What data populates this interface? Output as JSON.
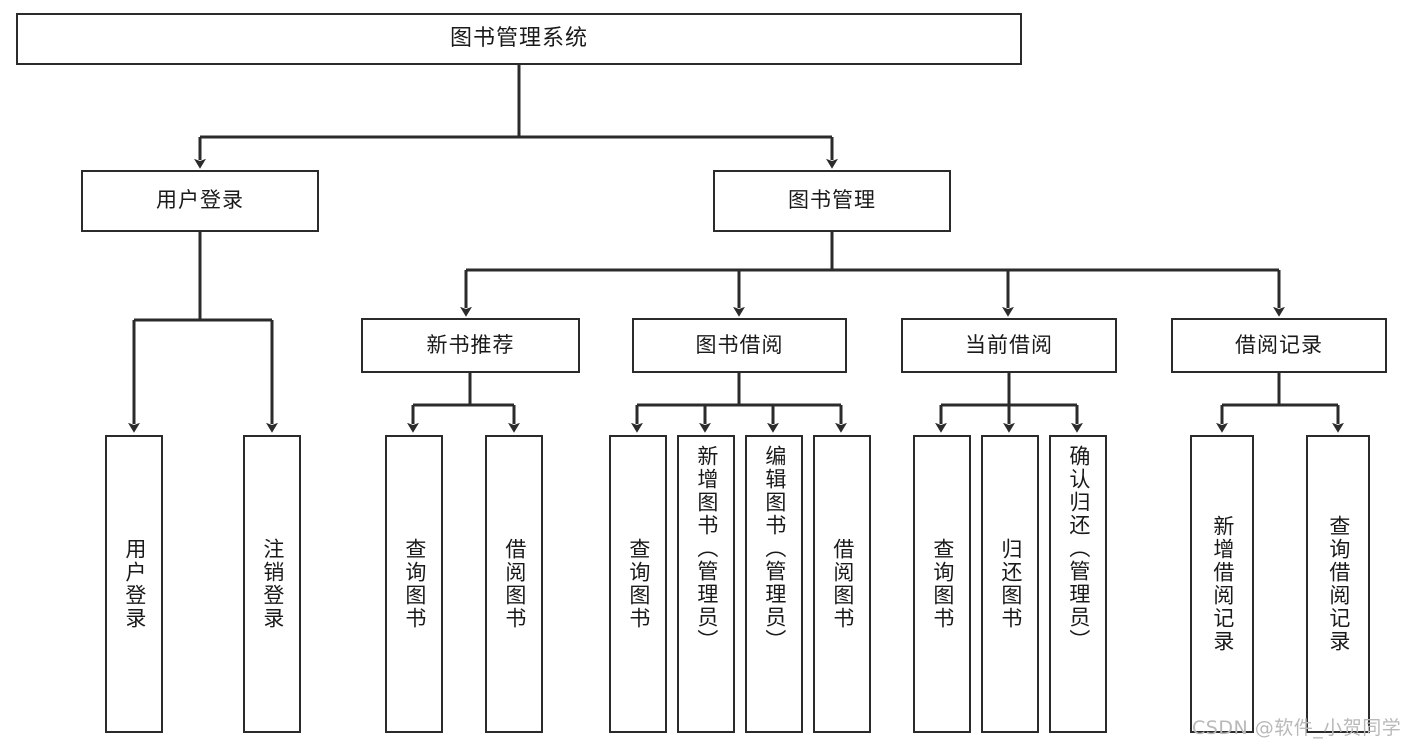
{
  "diagram": {
    "title": "图书管理系统",
    "type": "tree-hierarchy",
    "colors": {
      "stroke": "#2b2b2b",
      "fill": "#ffffff",
      "text": "#1a1a1a",
      "watermark": "#b9b9b9"
    },
    "root": {
      "label": "图书管理系统"
    },
    "level2": [
      {
        "label": "用户登录"
      },
      {
        "label": "图书管理"
      }
    ],
    "level3": [
      {
        "label": "新书推荐"
      },
      {
        "label": "图书借阅"
      },
      {
        "label": "当前借阅"
      },
      {
        "label": "借阅记录"
      }
    ],
    "leaves": {
      "user_login": [
        {
          "label": "用户登录"
        },
        {
          "label": "注销登录"
        }
      ],
      "new_book": [
        {
          "label": "查询图书"
        },
        {
          "label": "借阅图书"
        }
      ],
      "book_borrow": [
        {
          "label": "查询图书"
        },
        {
          "label": "新增图书（管理员）"
        },
        {
          "label": "编辑图书（管理员）"
        },
        {
          "label": "借阅图书"
        }
      ],
      "current_borrow": [
        {
          "label": "查询图书"
        },
        {
          "label": "归还图书"
        },
        {
          "label": "确认归还（管理员）"
        }
      ],
      "borrow_record": [
        {
          "label": "新增借阅记录"
        },
        {
          "label": "查询借阅记录"
        }
      ]
    }
  },
  "watermark": {
    "text": "CSDN @软件_小贺同学"
  }
}
